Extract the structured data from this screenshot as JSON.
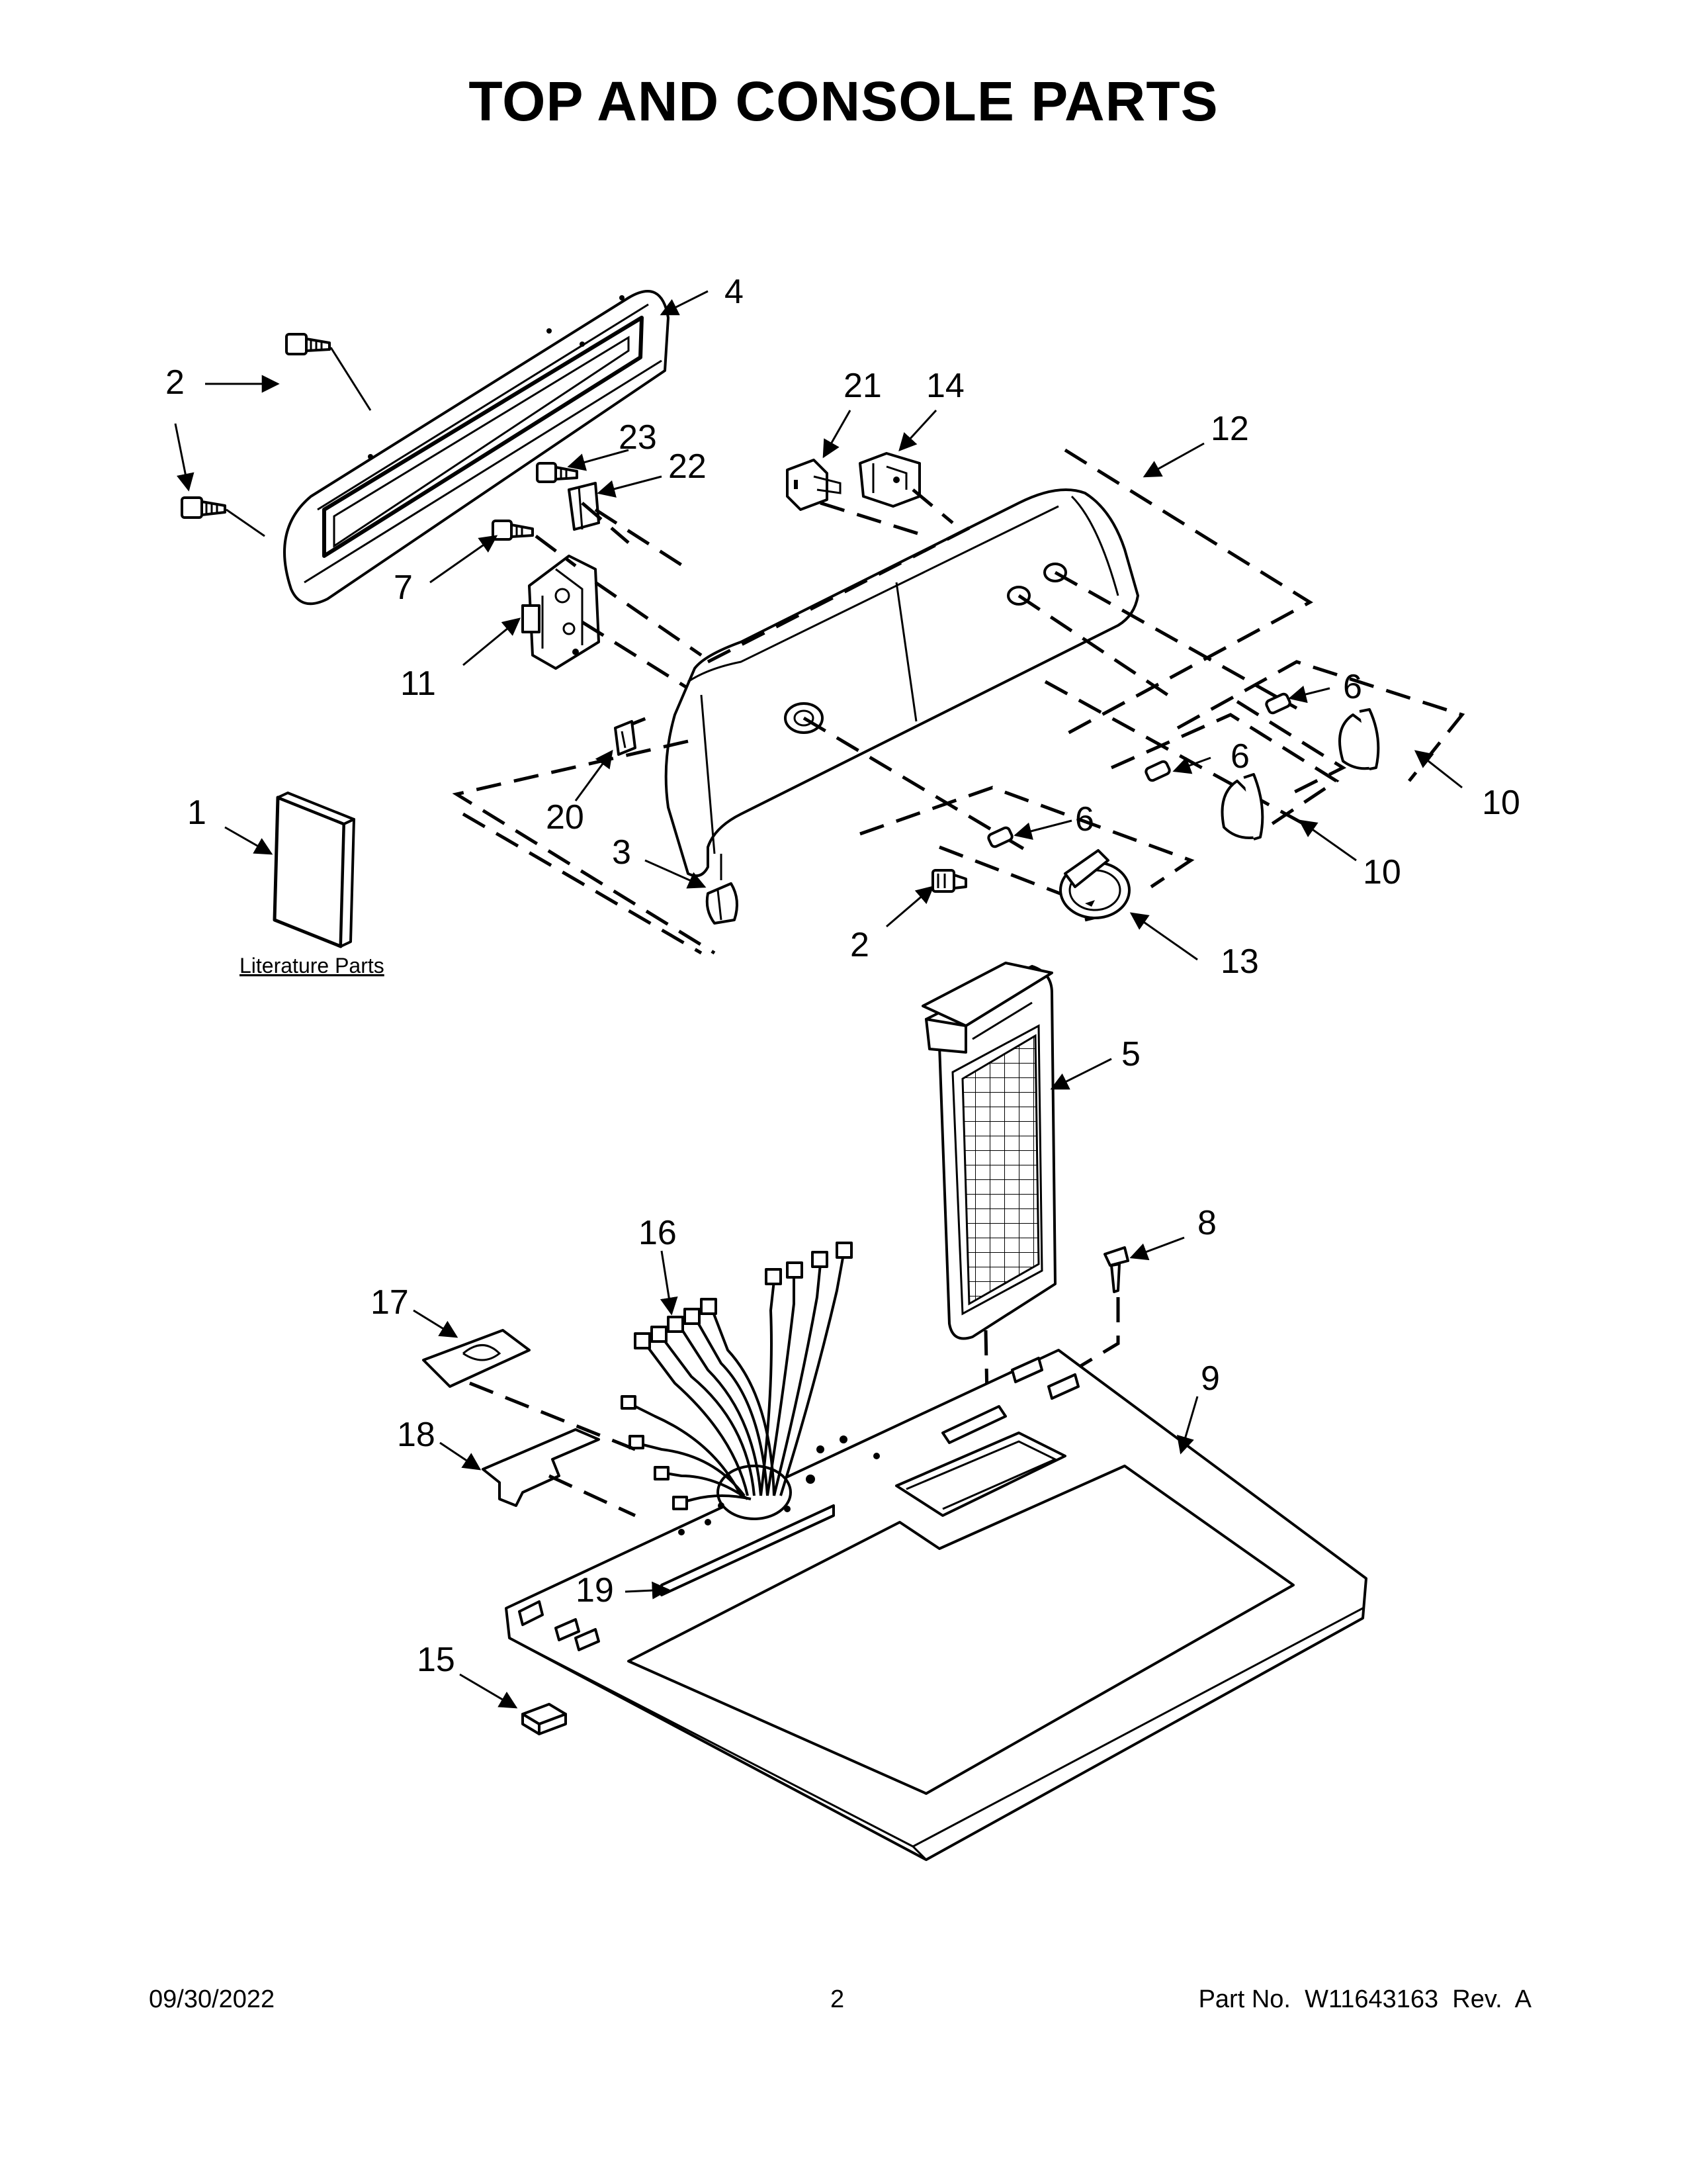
{
  "title": "TOP AND CONSOLE PARTS",
  "literature_label": "Literature Parts",
  "callouts": {
    "c1": "1",
    "c2a": "2",
    "c2b": "2",
    "c3": "3",
    "c4": "4",
    "c5": "5",
    "c6a": "6",
    "c6b": "6",
    "c6c": "6",
    "c7": "7",
    "c8": "8",
    "c9": "9",
    "c10a": "10",
    "c10b": "10",
    "c11": "11",
    "c12": "12",
    "c13": "13",
    "c14": "14",
    "c15": "15",
    "c16": "16",
    "c17": "17",
    "c18": "18",
    "c19": "19",
    "c20": "20",
    "c21": "21",
    "c22": "22",
    "c23": "23"
  },
  "footer": {
    "date": "09/30/2022",
    "page": "2",
    "part_no": "Part No.  W11643163  Rev.  A"
  }
}
